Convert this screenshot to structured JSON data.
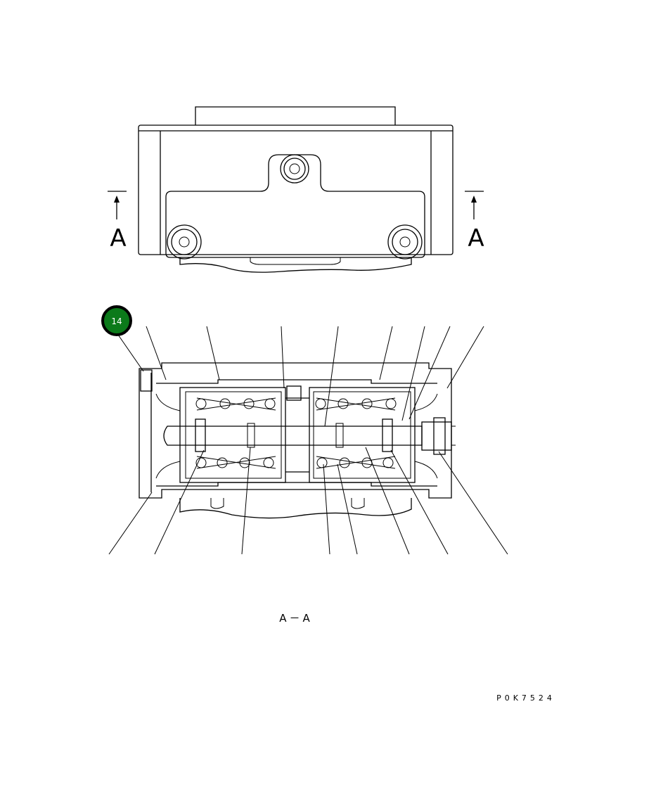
{
  "section_marker_left": "A",
  "section_marker_right": "A",
  "section_title": "A－A",
  "drawing_code": "P0K7524",
  "callout": {
    "number": "14",
    "fill_color": "#0b7a1a",
    "ring_color": "#000000"
  },
  "line_color": "#000000",
  "background_color": "#ffffff"
}
